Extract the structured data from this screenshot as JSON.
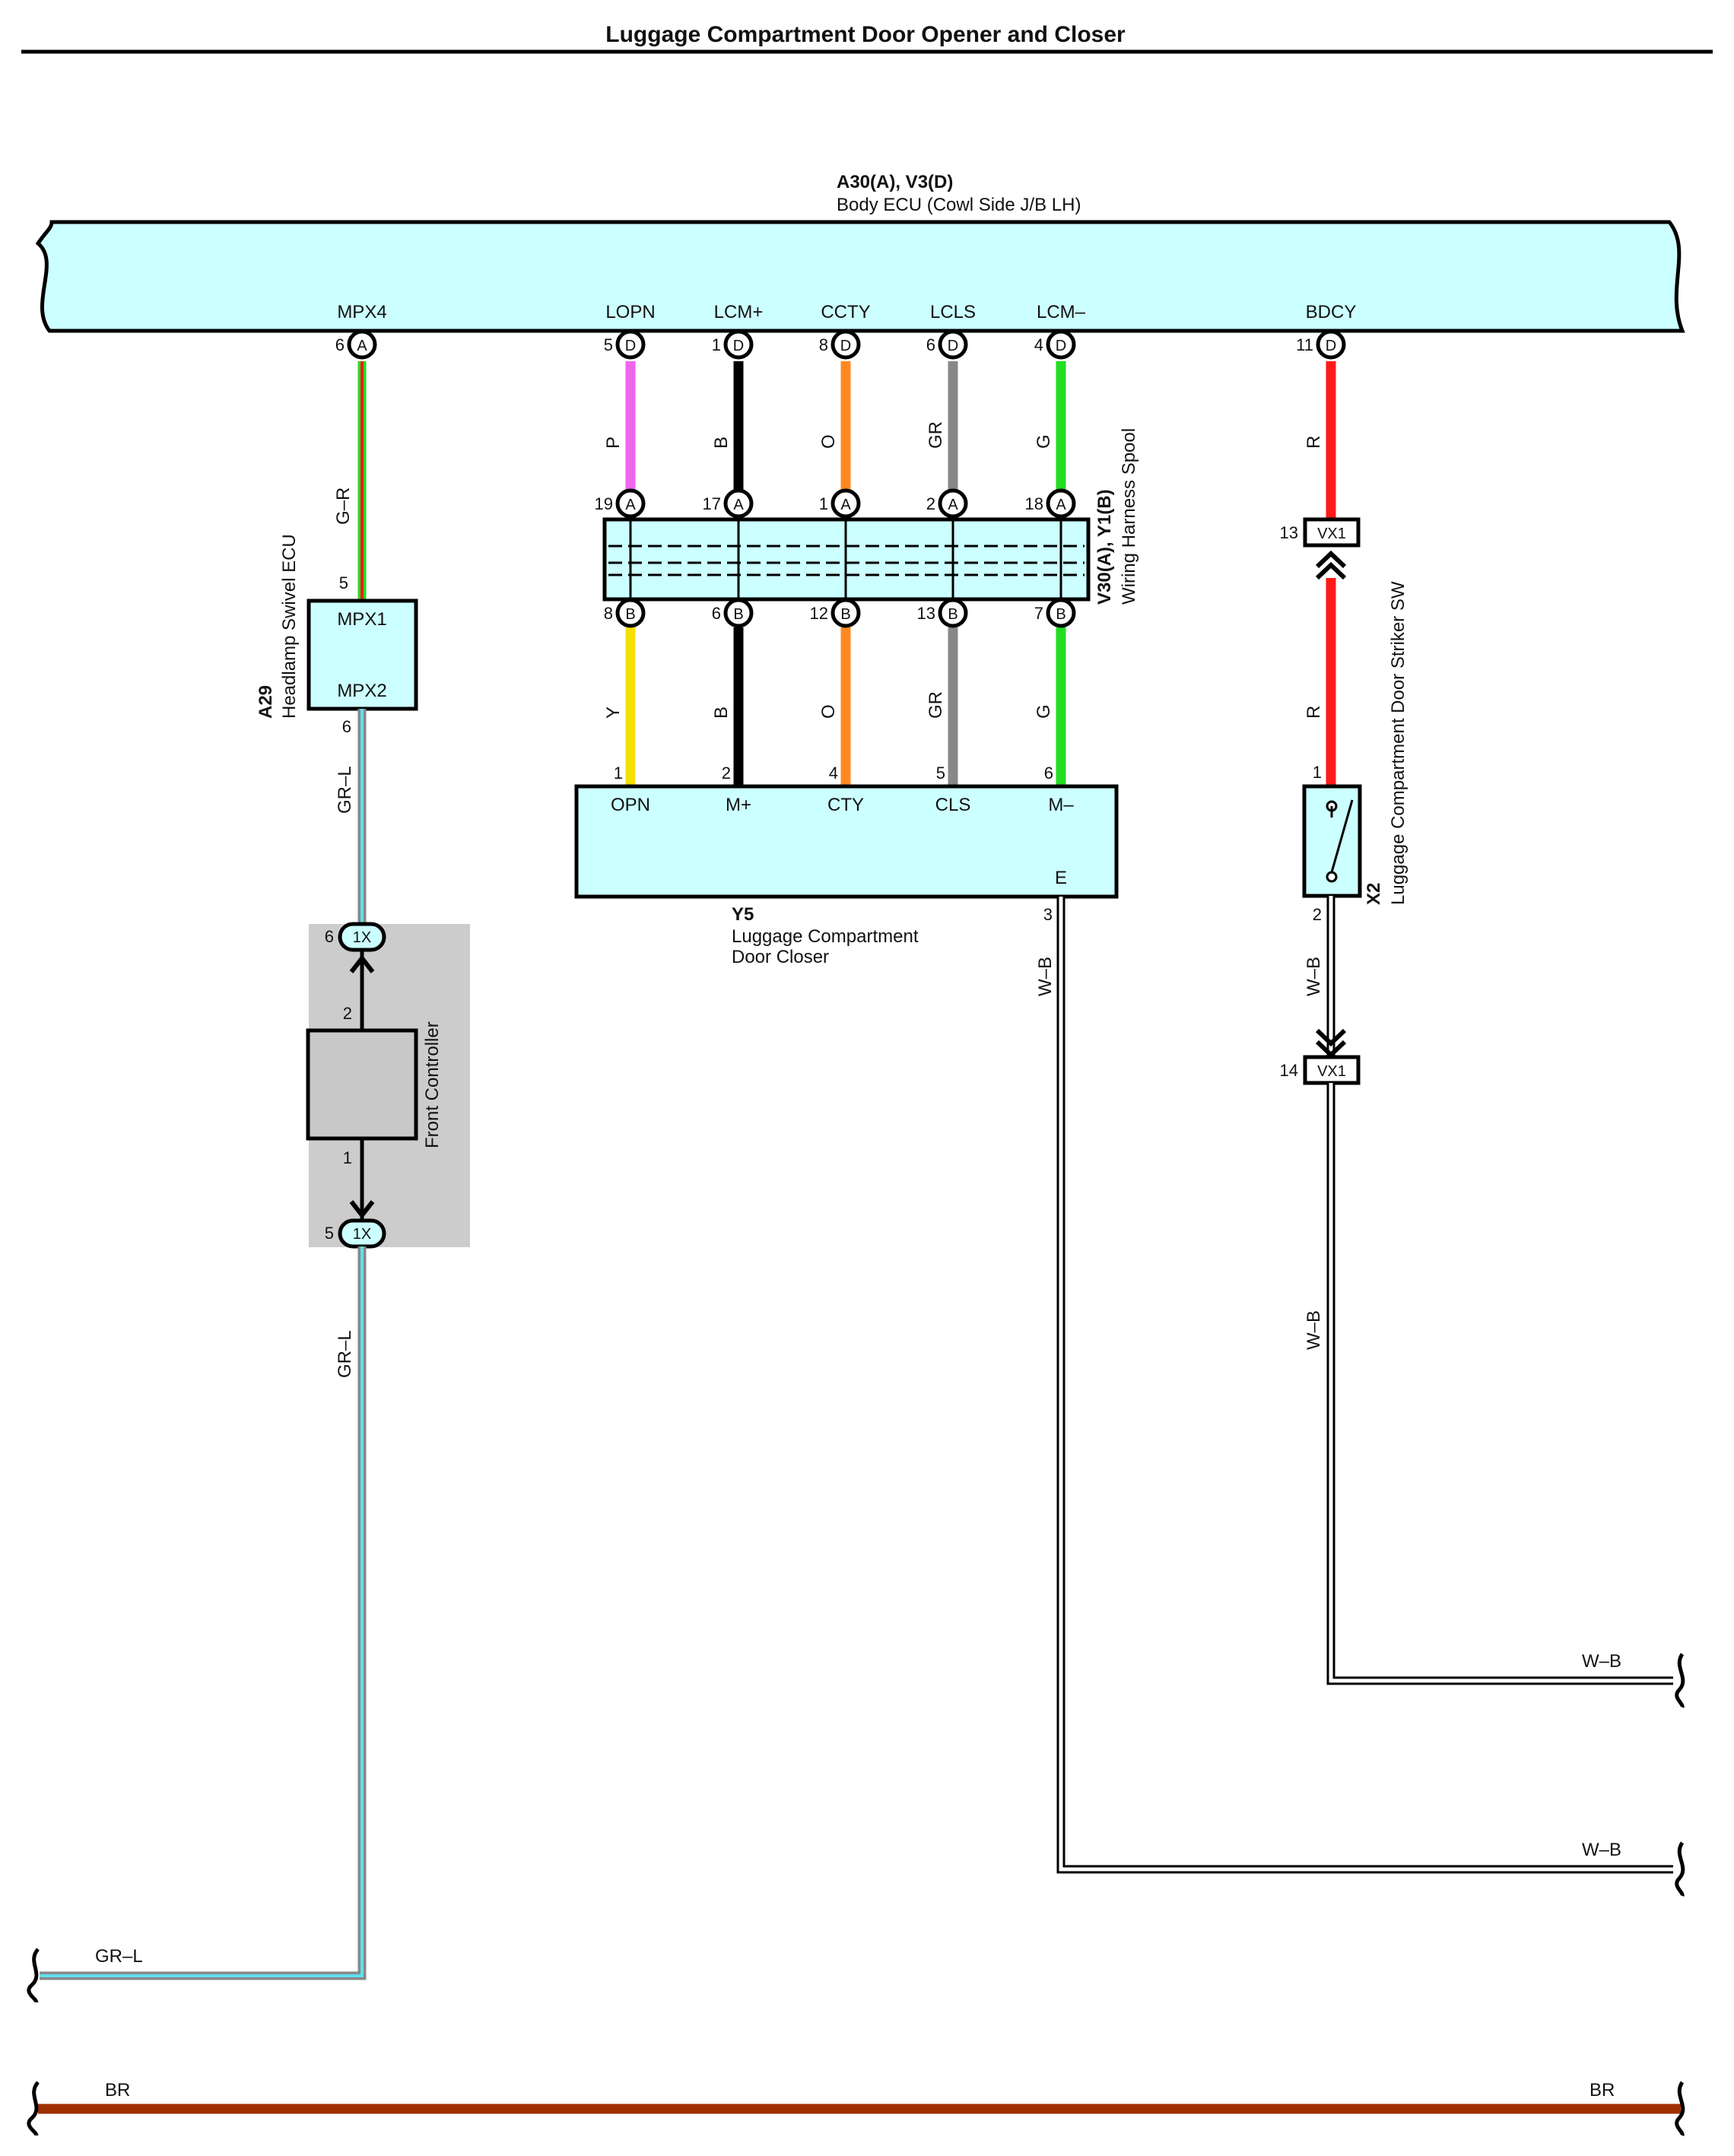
{
  "title": "Luggage Compartment Door Opener and Closer",
  "ecu": {
    "code": "A30(A), V3(D)",
    "name": "Body ECU (Cowl Side J/B LH)",
    "terminals": [
      "MPX4",
      "LOPN",
      "LCM+",
      "CCTY",
      "LCLS",
      "LCM–",
      "BDCY"
    ],
    "pins": [
      {
        "num": "6",
        "conn": "A"
      },
      {
        "num": "5",
        "conn": "D"
      },
      {
        "num": "1",
        "conn": "D"
      },
      {
        "num": "8",
        "conn": "D"
      },
      {
        "num": "6",
        "conn": "D"
      },
      {
        "num": "4",
        "conn": "D"
      },
      {
        "num": "11",
        "conn": "D"
      }
    ]
  },
  "upper_wires": [
    {
      "label": "P",
      "color": "#ee66ee"
    },
    {
      "label": "B",
      "color": "#000000"
    },
    {
      "label": "O",
      "color": "#ff8820"
    },
    {
      "label": "GR",
      "color": "#888888"
    },
    {
      "label": "G",
      "color": "#22dd22"
    }
  ],
  "spool": {
    "code": "V30(A), Y1(B)",
    "name": "Wiring Harness Spool",
    "top_pins": [
      {
        "num": "19",
        "conn": "A"
      },
      {
        "num": "17",
        "conn": "A"
      },
      {
        "num": "1",
        "conn": "A"
      },
      {
        "num": "2",
        "conn": "A"
      },
      {
        "num": "18",
        "conn": "A"
      }
    ],
    "bottom_pins": [
      {
        "num": "8",
        "conn": "B"
      },
      {
        "num": "6",
        "conn": "B"
      },
      {
        "num": "12",
        "conn": "B"
      },
      {
        "num": "13",
        "conn": "B"
      },
      {
        "num": "7",
        "conn": "B"
      }
    ]
  },
  "lower_wires": [
    {
      "label": "Y",
      "color": "#f5e000"
    },
    {
      "label": "B",
      "color": "#000000"
    },
    {
      "label": "O",
      "color": "#ff8820"
    },
    {
      "label": "GR",
      "color": "#888888"
    },
    {
      "label": "G",
      "color": "#22dd22"
    }
  ],
  "closer": {
    "code": "Y5",
    "name_line1": "Luggage Compartment",
    "name_line2": "Door Closer",
    "pin_nums": [
      "1",
      "2",
      "4",
      "5",
      "6"
    ],
    "terminals": [
      "OPN",
      "M+",
      "CTY",
      "CLS",
      "M–"
    ],
    "ground_terminal": "E",
    "ground_pin": "3",
    "ground_wire": "W–B"
  },
  "headlamp": {
    "code": "A29",
    "name": "Headlamp Swivel ECU",
    "pin_in": "5",
    "pin_out": "6",
    "terminal_in": "MPX1",
    "terminal_out": "MPX2",
    "wire_in": "G–R",
    "wire_out": "GR–L"
  },
  "front_controller": {
    "name": "Front Controller",
    "conn": "1X",
    "conn_pin_top": "6",
    "conn_pin_bottom": "5",
    "pin_top": "2",
    "pin_bottom": "1",
    "wire_below": "GR–L",
    "exit_wire": "GR–L"
  },
  "striker": {
    "code": "X2",
    "name": "Luggage Compartment Door Striker SW",
    "pin_top": "1",
    "pin_bottom": "2",
    "wire_top": "R",
    "wire_mid": "R",
    "wire_bottom": "W–B",
    "connector": "VX1",
    "connector_pin_top": "13",
    "connector_pin_bottom": "14",
    "wire_after": "W–B"
  },
  "right_exits": [
    "W–B",
    "W–B"
  ],
  "bus": {
    "left_label": "BR",
    "right_label": "BR",
    "color": "#a03000"
  },
  "colors": {
    "ecu_fill": "#ccffff",
    "component_fill": "#ccffff",
    "controller_bg": "#cccccc",
    "controller_fill": "#c8c8c8",
    "wire_red": "#ff1a1a",
    "wire_green": "#22dd22",
    "wire_cyan": "#5ee0ee"
  }
}
